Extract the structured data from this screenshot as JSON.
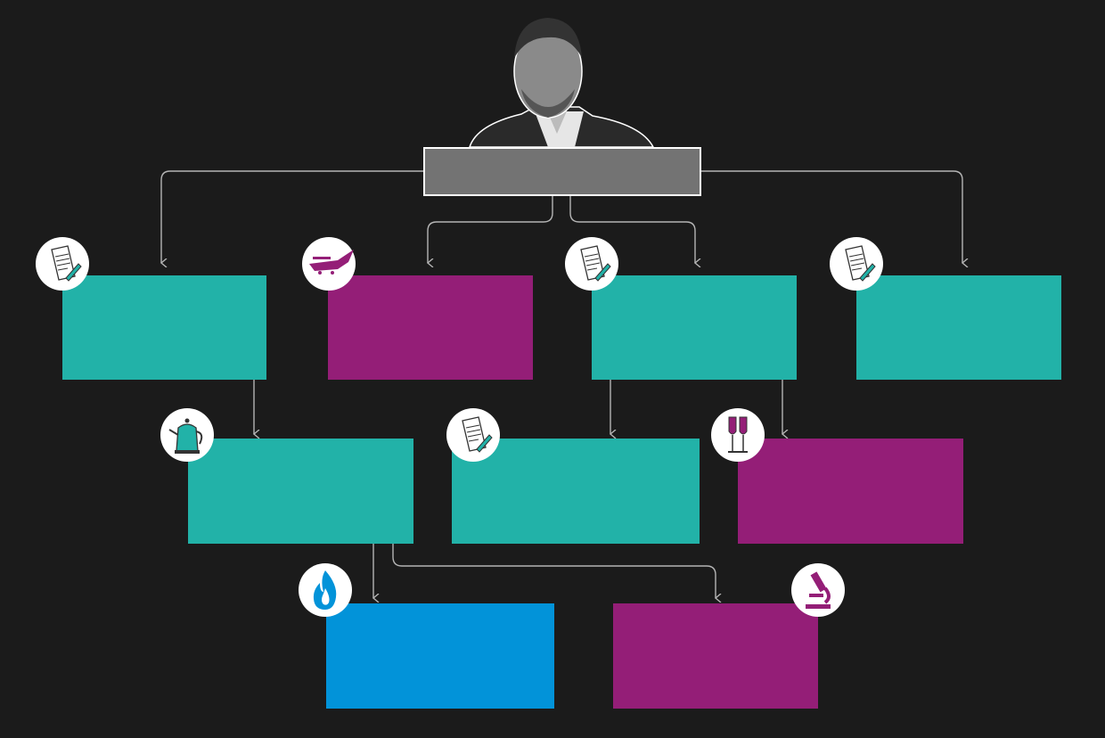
{
  "colors": {
    "background": "#1b1b1b",
    "root": "#737373",
    "teal": "#22b2a8",
    "purple": "#941e77",
    "blue": "#0293d9",
    "connector": "#b5b5b5"
  },
  "root": {
    "photo": "person-portrait"
  },
  "nodes": [
    {
      "id": "n1",
      "color": "#22b2a8",
      "icon": "document-pen-icon"
    },
    {
      "id": "n2",
      "color": "#941e77",
      "icon": "airplane-icon"
    },
    {
      "id": "n3",
      "color": "#22b2a8",
      "icon": "document-pen-icon"
    },
    {
      "id": "n4",
      "color": "#22b2a8",
      "icon": "document-pen-icon"
    },
    {
      "id": "n5",
      "color": "#22b2a8",
      "icon": "kettle-icon"
    },
    {
      "id": "n6",
      "color": "#22b2a8",
      "icon": "document-pen-icon"
    },
    {
      "id": "n7",
      "color": "#941e77",
      "icon": "wine-glasses-icon"
    },
    {
      "id": "n8",
      "color": "#0293d9",
      "icon": "flame-icon"
    },
    {
      "id": "n9",
      "color": "#941e77",
      "icon": "microscope-icon"
    }
  ]
}
